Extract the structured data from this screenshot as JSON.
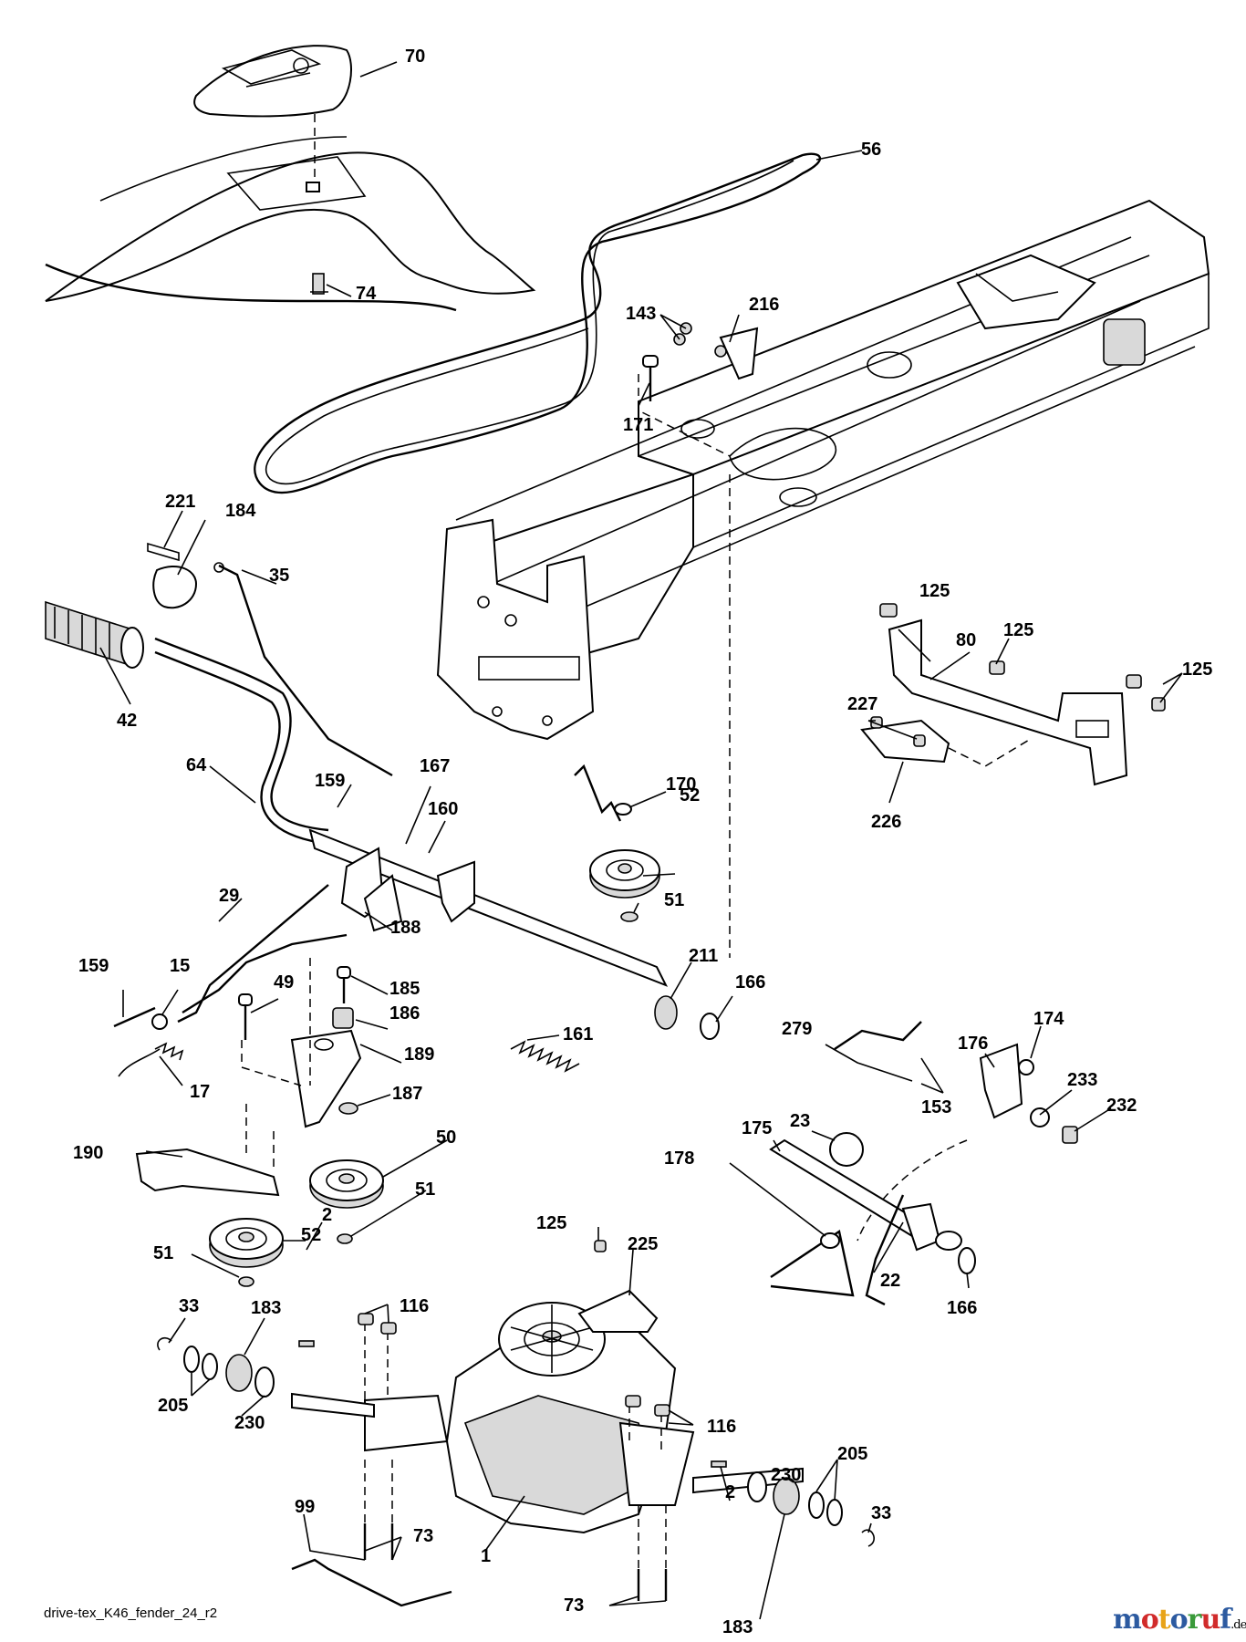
{
  "caption": "drive-tex_K46_fender_24_r2",
  "watermark": {
    "main": "motoruf",
    "suffix": ".de",
    "colors": [
      "#2c5aa0",
      "#d12b2b",
      "#e8a317",
      "#2c5aa0",
      "#3a9a3a",
      "#d12b2b",
      "#2c5aa0"
    ]
  },
  "labels": [
    "70",
    "56",
    "74",
    "143",
    "216",
    "171",
    "221",
    "184",
    "35",
    "42",
    "64",
    "159",
    "167",
    "160",
    "170",
    "52",
    "51",
    "29",
    "188",
    "211",
    "166",
    "159",
    "15",
    "49",
    "185",
    "186",
    "189",
    "161",
    "17",
    "187",
    "190",
    "50",
    "51",
    "52",
    "51",
    "125",
    "80",
    "125",
    "125",
    "227",
    "226",
    "279",
    "174",
    "176",
    "153",
    "233",
    "232",
    "23",
    "175",
    "178",
    "22",
    "166",
    "33",
    "183",
    "116",
    "2",
    "125",
    "225",
    "205",
    "230",
    "116",
    "99",
    "73",
    "1",
    "2",
    "230",
    "205",
    "33",
    "73",
    "183"
  ]
}
